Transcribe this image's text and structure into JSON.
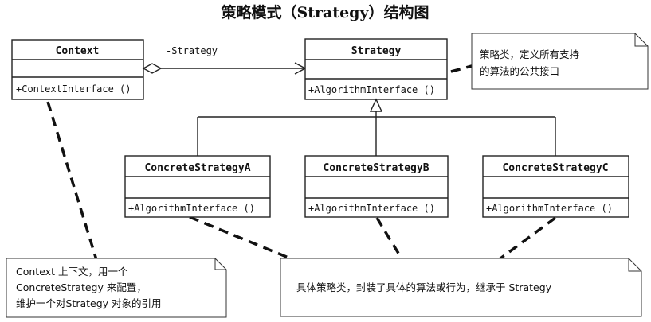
{
  "title": "策略模式（Strategy）结构图",
  "context": {
    "name": "Context",
    "operation": "+ContextInterface ()"
  },
  "association": {
    "label": "-Strategy"
  },
  "strategy": {
    "name": "Strategy",
    "operation": "+AlgorithmInterface ()"
  },
  "concrete_strategies": [
    {
      "name": "ConcreteStrategyA",
      "operation": "+AlgorithmInterface ()"
    },
    {
      "name": "ConcreteStrategyB",
      "operation": "+AlgorithmInterface ()"
    },
    {
      "name": "ConcreteStrategyC",
      "operation": "+AlgorithmInterface ()"
    }
  ],
  "notes": {
    "strategy_note": [
      "策略类，定义所有支持",
      "的算法的公共接口"
    ],
    "context_note": [
      "Context 上下文，用一个",
      "ConcreteStrategy 来配置，",
      "维护一个对Strategy 对象的引用"
    ],
    "concrete_note": [
      "具体策略类，封装了具体的算法或行为，继承于 Strategy"
    ]
  }
}
